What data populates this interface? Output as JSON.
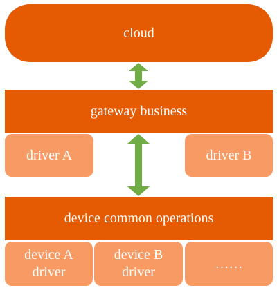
{
  "nodes": {
    "cloud": "cloud",
    "gateway": "gateway business",
    "driver_a": "driver A",
    "driver_b": "driver B",
    "common": "device common operations",
    "device_a_driver": [
      "device A",
      "driver"
    ],
    "device_b_driver": [
      "device B",
      "driver"
    ],
    "more": "……"
  },
  "colors": {
    "dark_orange": "#e45b04",
    "light_orange": "#f79a63",
    "arrow_green": "#70ad47",
    "text": "#ffffff"
  }
}
